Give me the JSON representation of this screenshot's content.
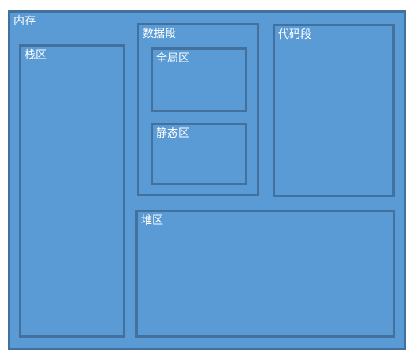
{
  "memory": {
    "label": "内存"
  },
  "stack": {
    "label": "栈区"
  },
  "data_segment": {
    "label": "数据段",
    "global": {
      "label": "全局区"
    },
    "static": {
      "label": "静态区"
    }
  },
  "code_segment": {
    "label": "代码段"
  },
  "heap": {
    "label": "堆区"
  },
  "colors": {
    "fill": "#5b9bd5",
    "border": "#41719c",
    "text": "#ffffff"
  }
}
